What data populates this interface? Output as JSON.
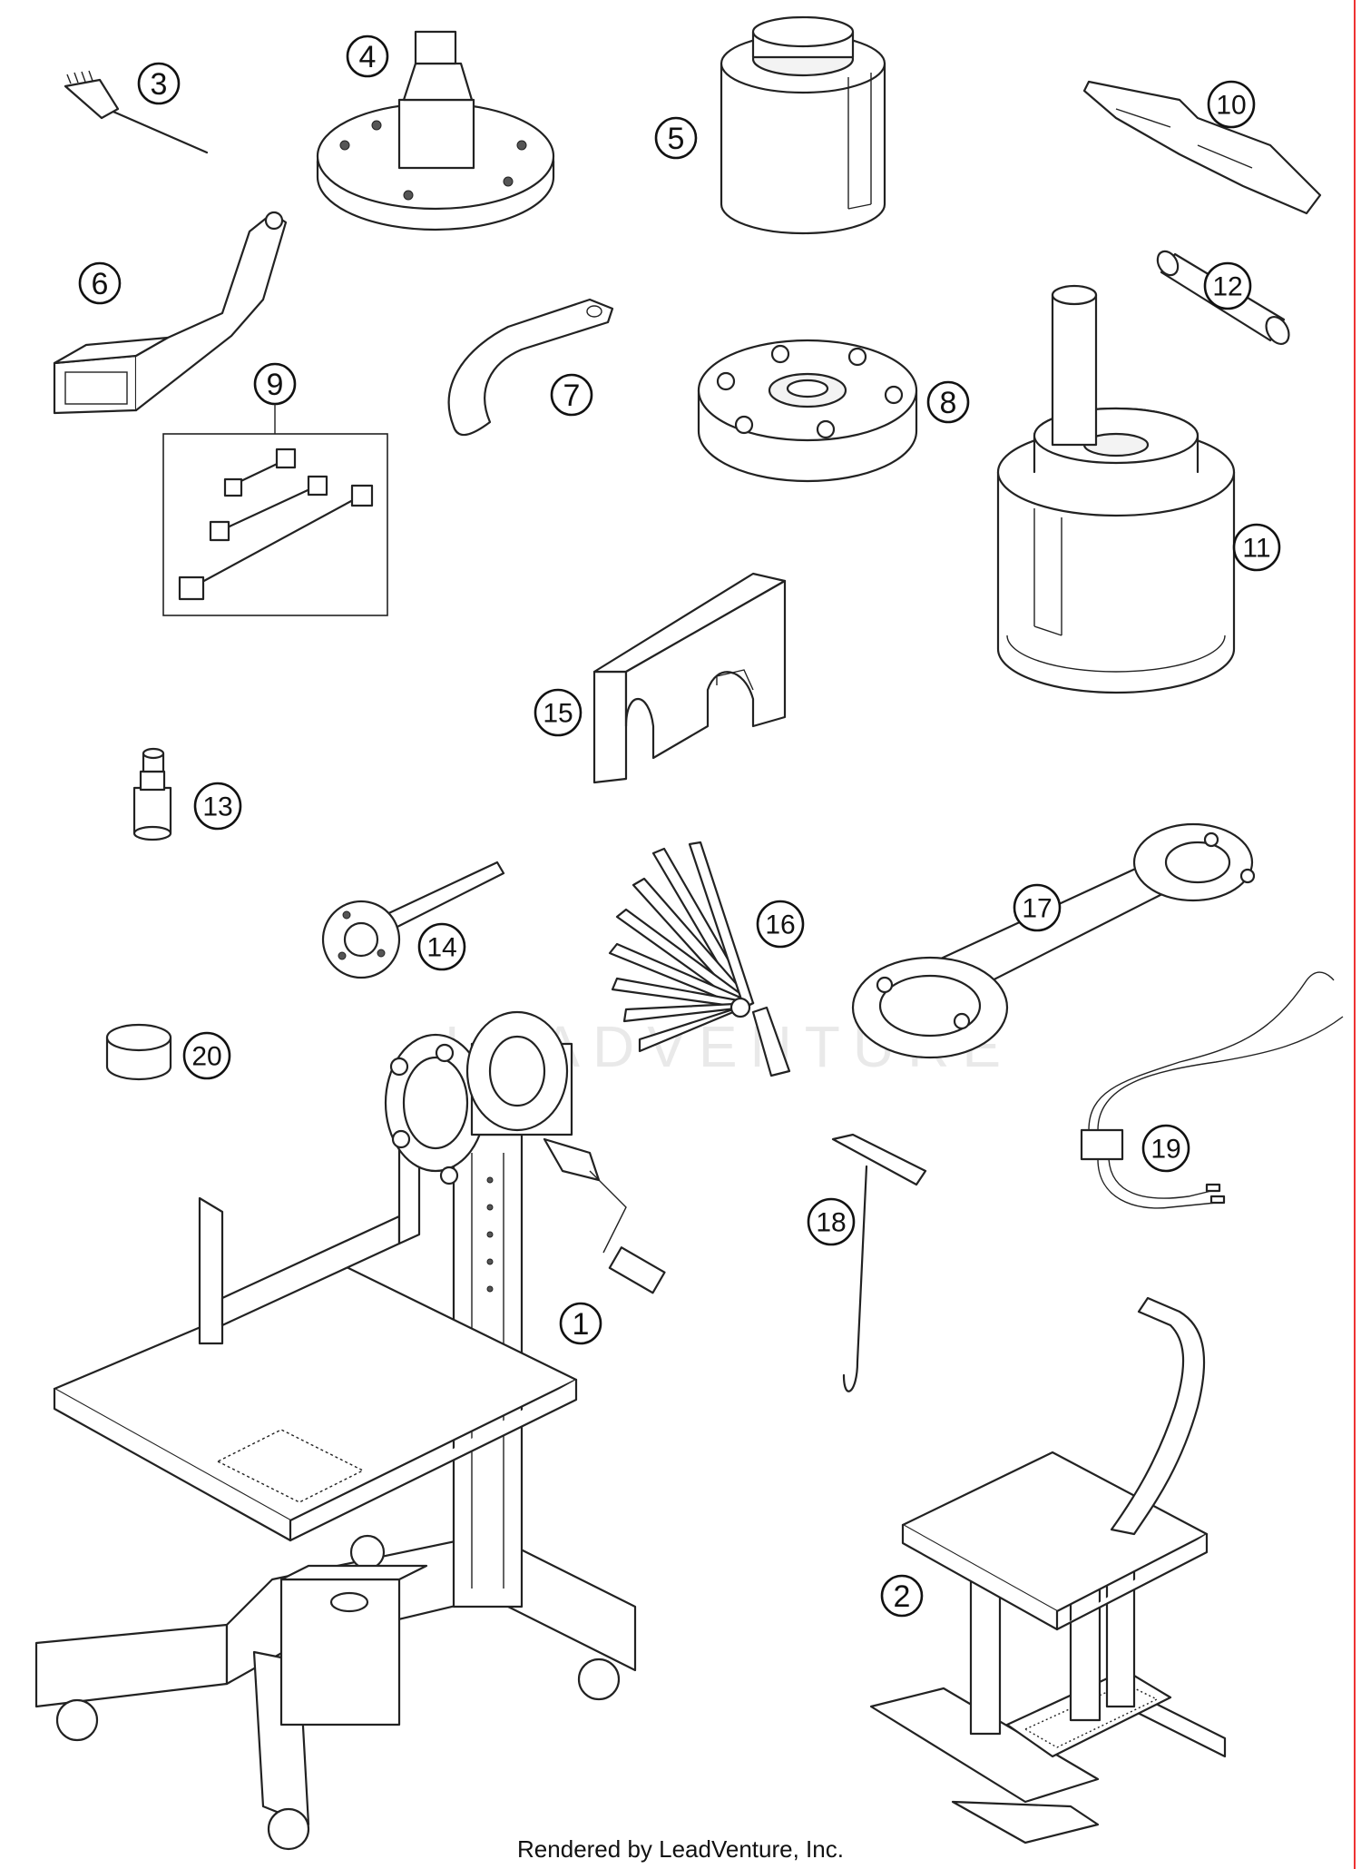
{
  "diagram": {
    "watermark": "LEADVENTURE",
    "callouts": [
      {
        "id": "callout-1",
        "label": "1"
      },
      {
        "id": "callout-2",
        "label": "2"
      },
      {
        "id": "callout-3",
        "label": "3"
      },
      {
        "id": "callout-4",
        "label": "4"
      },
      {
        "id": "callout-5",
        "label": "5"
      },
      {
        "id": "callout-6",
        "label": "6"
      },
      {
        "id": "callout-7",
        "label": "7"
      },
      {
        "id": "callout-8",
        "label": "8"
      },
      {
        "id": "callout-9",
        "label": "9"
      },
      {
        "id": "callout-10",
        "label": "10"
      },
      {
        "id": "callout-11",
        "label": "11"
      },
      {
        "id": "callout-12",
        "label": "12"
      },
      {
        "id": "callout-13",
        "label": "13"
      },
      {
        "id": "callout-14",
        "label": "14"
      },
      {
        "id": "callout-15",
        "label": "15"
      },
      {
        "id": "callout-16",
        "label": "16"
      },
      {
        "id": "callout-17",
        "label": "17"
      },
      {
        "id": "callout-18",
        "label": "18"
      },
      {
        "id": "callout-19",
        "label": "19"
      },
      {
        "id": "callout-20",
        "label": "20"
      }
    ]
  },
  "footer": {
    "text": "Rendered by LeadVenture, Inc."
  }
}
